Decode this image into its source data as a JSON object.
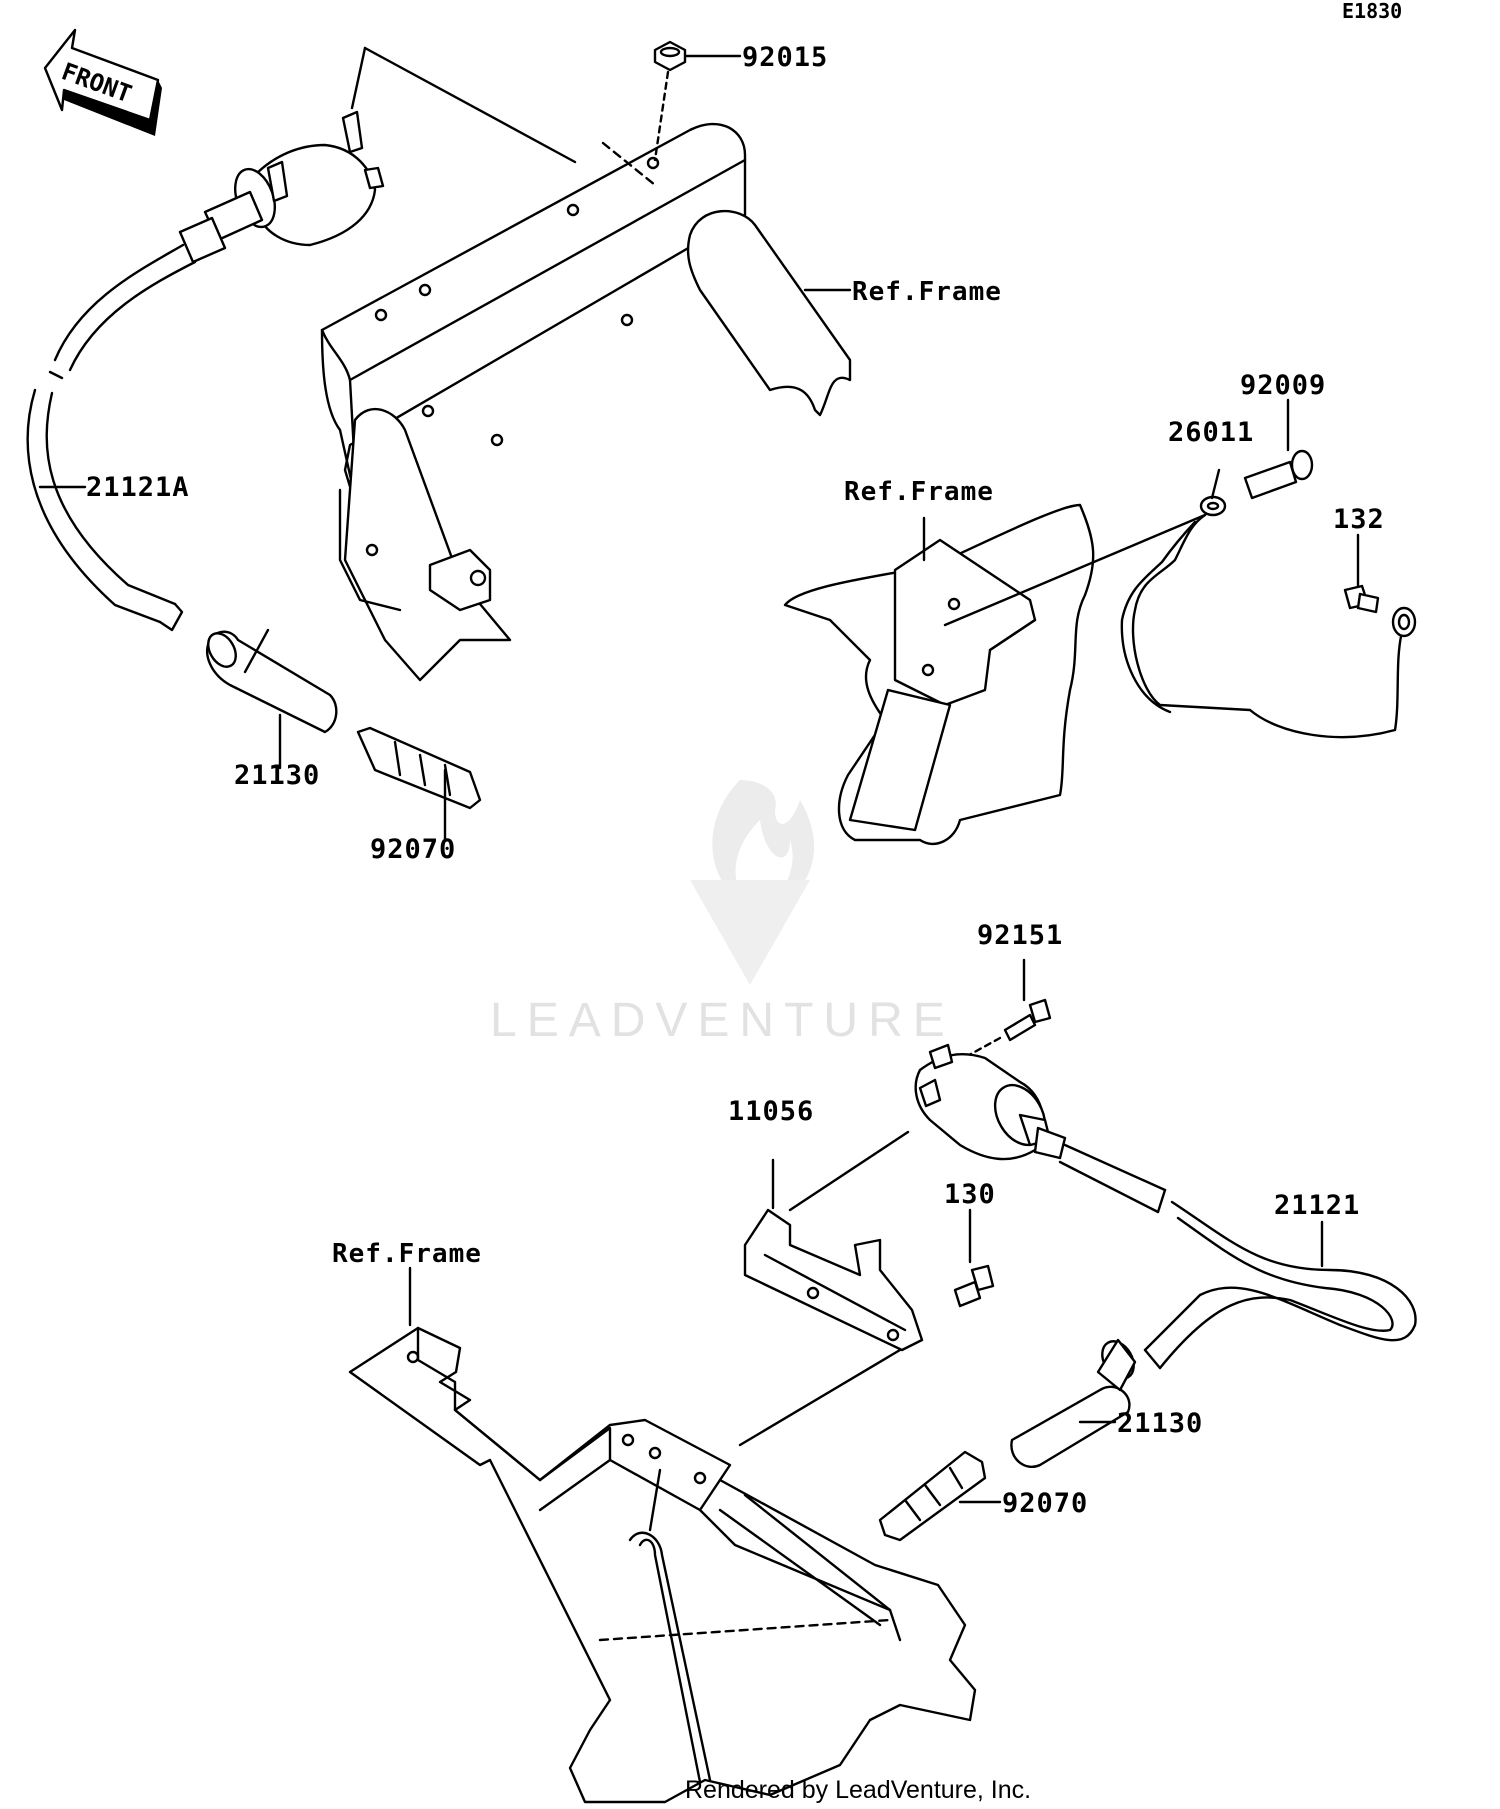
{
  "diagram_code": "E1830",
  "front_arrow_label": "FRONT",
  "callouts": {
    "c92015": "92015",
    "ref_frame_top": "Ref.Frame",
    "c21121A": "21121A",
    "c21130_top": "21130",
    "c92070_top": "92070",
    "ref_frame_mid": "Ref.Frame",
    "c92009": "92009",
    "c26011": "26011",
    "c132": "132",
    "c92151": "92151",
    "c11056": "11056",
    "c130": "130",
    "c21121": "21121",
    "ref_frame_bottom": "Ref.Frame",
    "c21130_bottom": "21130",
    "c92070_bottom": "92070"
  },
  "watermark": "LEADVENTURE",
  "credit": "Rendered by LeadVenture, Inc.",
  "colors": {
    "ink": "#000000",
    "watermark": "#e2e2e2",
    "background": "#ffffff"
  }
}
